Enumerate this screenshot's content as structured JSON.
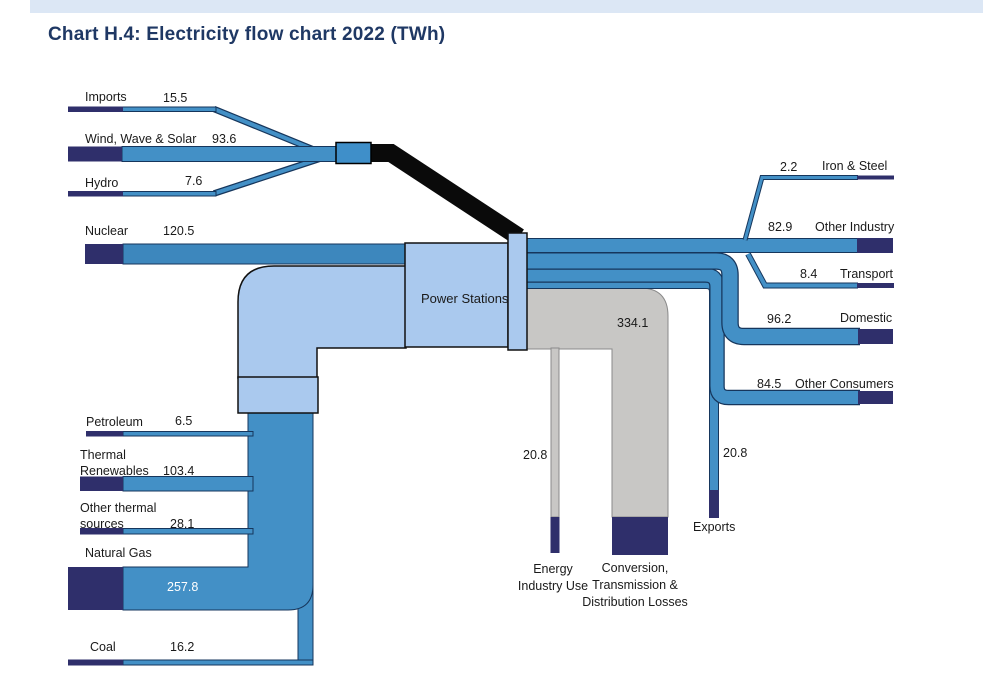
{
  "page": {
    "title": "Chart H.4: Electricity flow chart 2022 (TWh)"
  },
  "colors": {
    "flow_blue": "#4390c6",
    "flow_edge": "#16365c",
    "cap_navy": "#2f2f6b",
    "station_light_blue": "#aac9ee",
    "losses_gray": "#c8c7c5",
    "direct_supply_black": "#0a0a0a",
    "title_navy": "#1f3864",
    "header_strip": "#dce7f5"
  },
  "chart_data": {
    "type": "sankey",
    "unit": "TWh",
    "title": "Chart H.4: Electricity flow chart 2022 (TWh)",
    "nodes": [
      "Power Stations"
    ],
    "inputs": [
      {
        "name": "Imports",
        "value": 15.5
      },
      {
        "name": "Wind, Wave & Solar",
        "value": 93.6
      },
      {
        "name": "Hydro",
        "value": 7.6
      },
      {
        "name": "Nuclear",
        "value": 120.5
      },
      {
        "name": "Petroleum",
        "value": 6.5
      },
      {
        "name": "Thermal Renewables",
        "line1": "Thermal",
        "line2": "Renewables",
        "value": 103.4
      },
      {
        "name": "Other thermal sources",
        "line1": "Other thermal",
        "line2": "sources",
        "value": 28.1
      },
      {
        "name": "Natural Gas",
        "value": 257.8
      },
      {
        "name": "Coal",
        "value": 16.2
      }
    ],
    "outputs": [
      {
        "name": "Iron & Steel",
        "value": 2.2
      },
      {
        "name": "Other Industry",
        "value": 82.9
      },
      {
        "name": "Transport",
        "value": 8.4
      },
      {
        "name": "Domestic",
        "value": 96.2
      },
      {
        "name": "Other Consumers",
        "value": 84.5
      },
      {
        "name": "Exports",
        "value": 20.8
      },
      {
        "name": "Energy Industry Use",
        "line1": "Energy",
        "line2": "Industry Use",
        "value": 20.8
      },
      {
        "name": "Conversion, Transmission & Distribution Losses",
        "line1": "Conversion,",
        "line2": "Transmission &",
        "line3": "Distribution Losses",
        "value": 334.1
      }
    ]
  }
}
